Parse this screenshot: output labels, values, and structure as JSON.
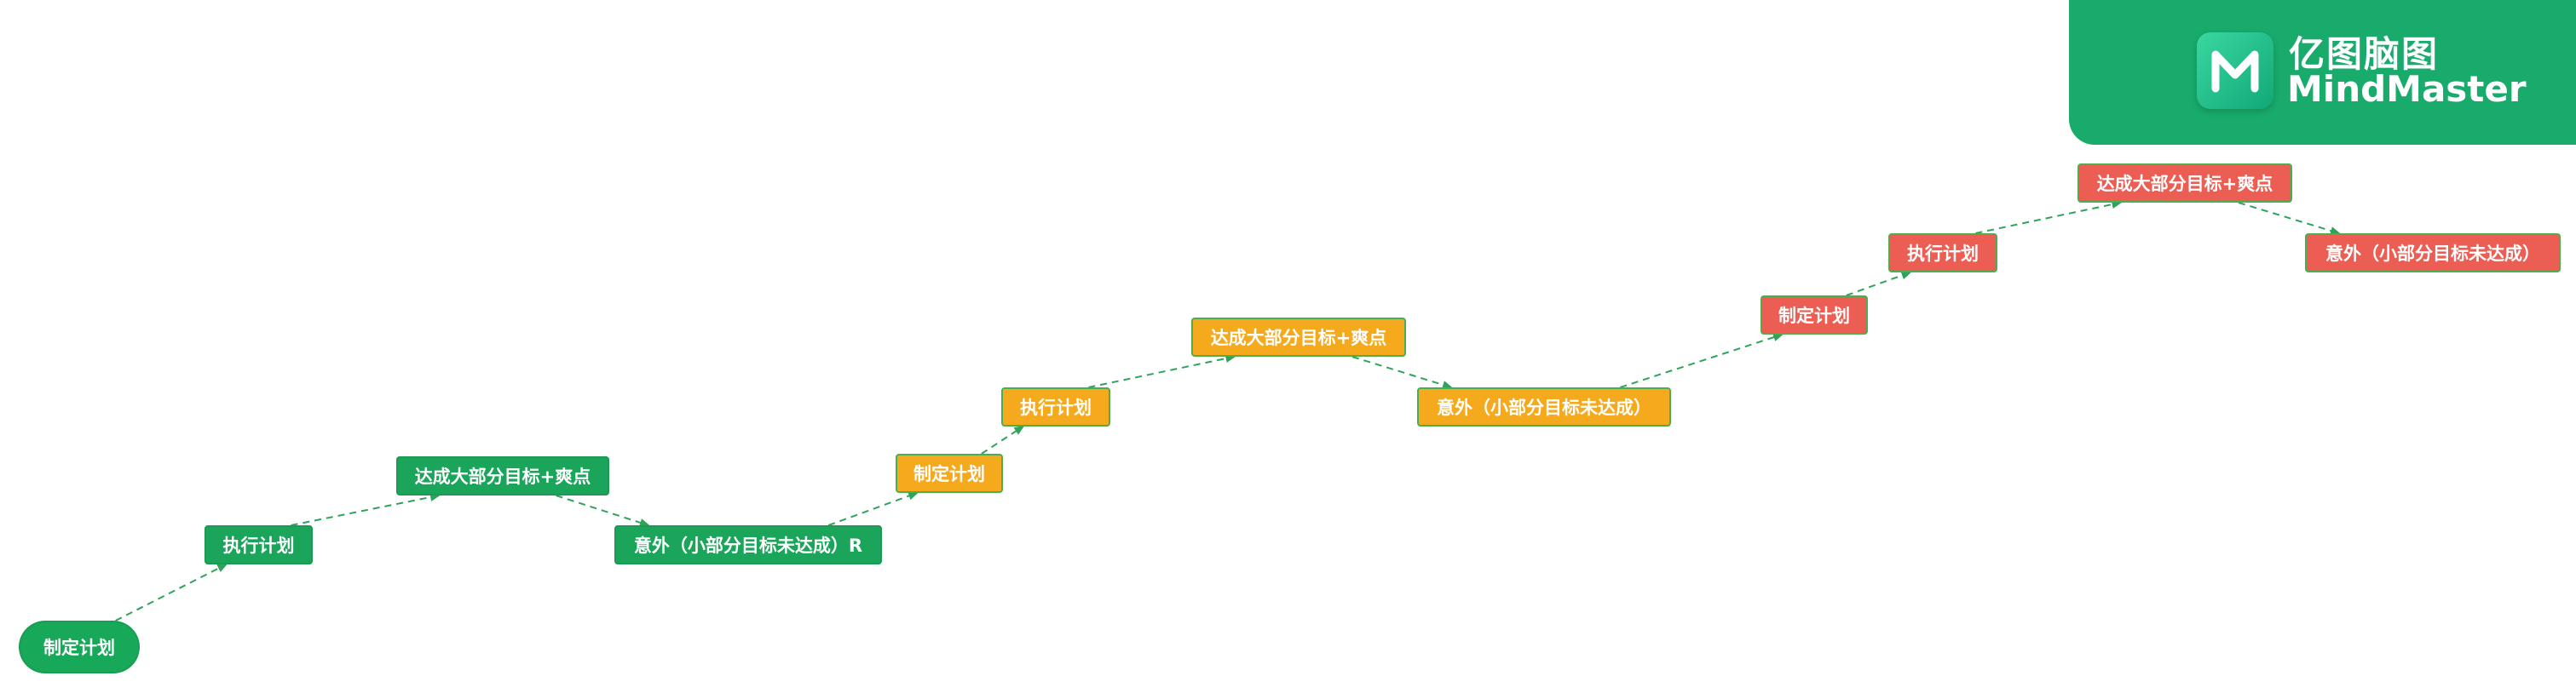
{
  "brand": {
    "name_cn": "亿图脑图",
    "name_en": "MindMaster",
    "logo_icon": "mindmaster-logo-icon",
    "color": "#18ab6c"
  },
  "colors": {
    "stage1": "#1aa55a",
    "stage2": "#f5a91d",
    "stage3": "#ec5e54",
    "connector": "#2ea35a"
  },
  "stages": [
    {
      "color": "green",
      "nodes": [
        {
          "id": "s1-plan",
          "label": "制定计划"
        },
        {
          "id": "s1-exec",
          "label": "执行计划"
        },
        {
          "id": "s1-goal",
          "label": "达成大部分目标+爽点"
        },
        {
          "id": "s1-accident",
          "label": "意外（小部分目标未达成）R"
        }
      ]
    },
    {
      "color": "orange",
      "nodes": [
        {
          "id": "s2-plan",
          "label": "制定计划"
        },
        {
          "id": "s2-exec",
          "label": "执行计划"
        },
        {
          "id": "s2-goal",
          "label": "达成大部分目标+爽点"
        },
        {
          "id": "s2-accident",
          "label": "意外（小部分目标未达成）"
        }
      ]
    },
    {
      "color": "red",
      "nodes": [
        {
          "id": "s3-plan",
          "label": "制定计划"
        },
        {
          "id": "s3-exec",
          "label": "执行计划"
        },
        {
          "id": "s3-goal",
          "label": "达成大部分目标+爽点"
        },
        {
          "id": "s3-accident",
          "label": "意外（小部分目标未达成）"
        }
      ]
    }
  ]
}
